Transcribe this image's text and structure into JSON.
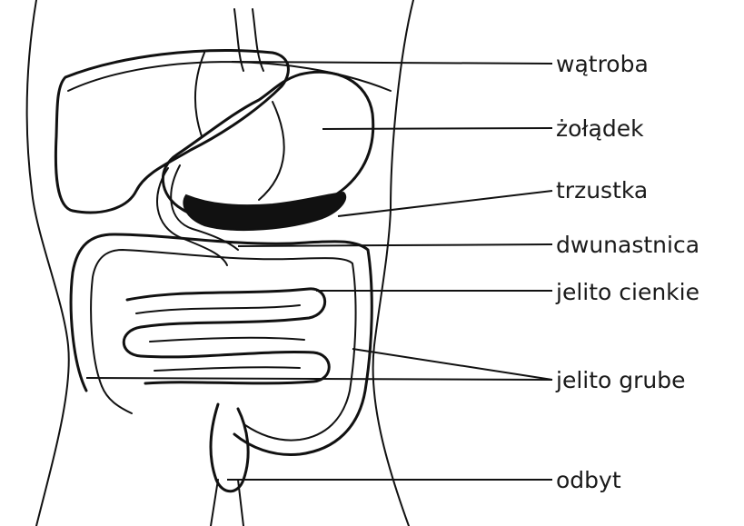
{
  "labels": {
    "liver": "wątroba",
    "stomach": "żołądek",
    "pancreas": "trzustka",
    "duodenum": "dwunastnica",
    "small_intestine": "jelito cienkie",
    "large_intestine": "jelito grube",
    "anus": "odbyt"
  }
}
